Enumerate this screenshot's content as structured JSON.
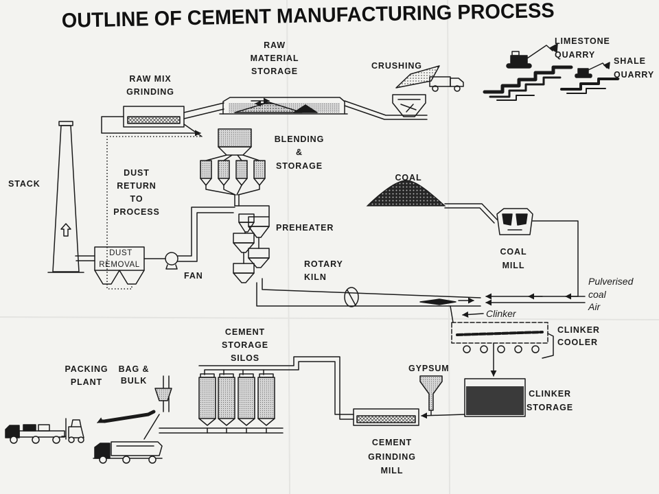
{
  "title": "OUTLINE OF CEMENT MANUFACTURING PROCESS",
  "labels": {
    "limestone_quarry": [
      "LIMESTONE",
      "QUARRY"
    ],
    "shale_quarry": [
      "SHALE",
      "QUARRY"
    ],
    "crushing": [
      "CRUSHING"
    ],
    "raw_material_storage": [
      "RAW",
      "MATERIAL",
      "STORAGE"
    ],
    "raw_mix_grinding": [
      "RAW MIX",
      "GRINDING"
    ],
    "blending_storage": [
      "BLENDING",
      "&",
      "STORAGE"
    ],
    "stack": [
      "STACK"
    ],
    "dust_return": [
      "DUST",
      "RETURN",
      "TO",
      "PROCESS"
    ],
    "coal": [
      "COAL"
    ],
    "preheater": [
      "PREHEATER"
    ],
    "dust_removal": [
      "DUST",
      "REMOVAL"
    ],
    "fan": [
      "FAN"
    ],
    "rotary_kiln": [
      "ROTARY",
      "KILN"
    ],
    "coal_mill": [
      "COAL",
      "MILL"
    ],
    "pulverised_coal_air": [
      "Pulverised",
      "coal",
      "Air"
    ],
    "clinker": [
      "Clinker"
    ],
    "clinker_cooler": [
      "CLINKER",
      "COOLER"
    ],
    "cement_storage_silos": [
      "CEMENT",
      "STORAGE",
      "SILOS"
    ],
    "packing_plant": [
      "PACKING",
      "PLANT"
    ],
    "bag_bulk": [
      "BAG &",
      "BULK"
    ],
    "gypsum": [
      "GYPSUM"
    ],
    "clinker_storage": [
      "CLINKER",
      "STORAGE"
    ],
    "cement_grinding_mill": [
      "CEMENT",
      "GRINDING",
      "MILL"
    ]
  },
  "colors": {
    "paper": "#f3f3f0",
    "ink": "#1a1a1a",
    "clinker_fill": "#3a3a3a"
  }
}
